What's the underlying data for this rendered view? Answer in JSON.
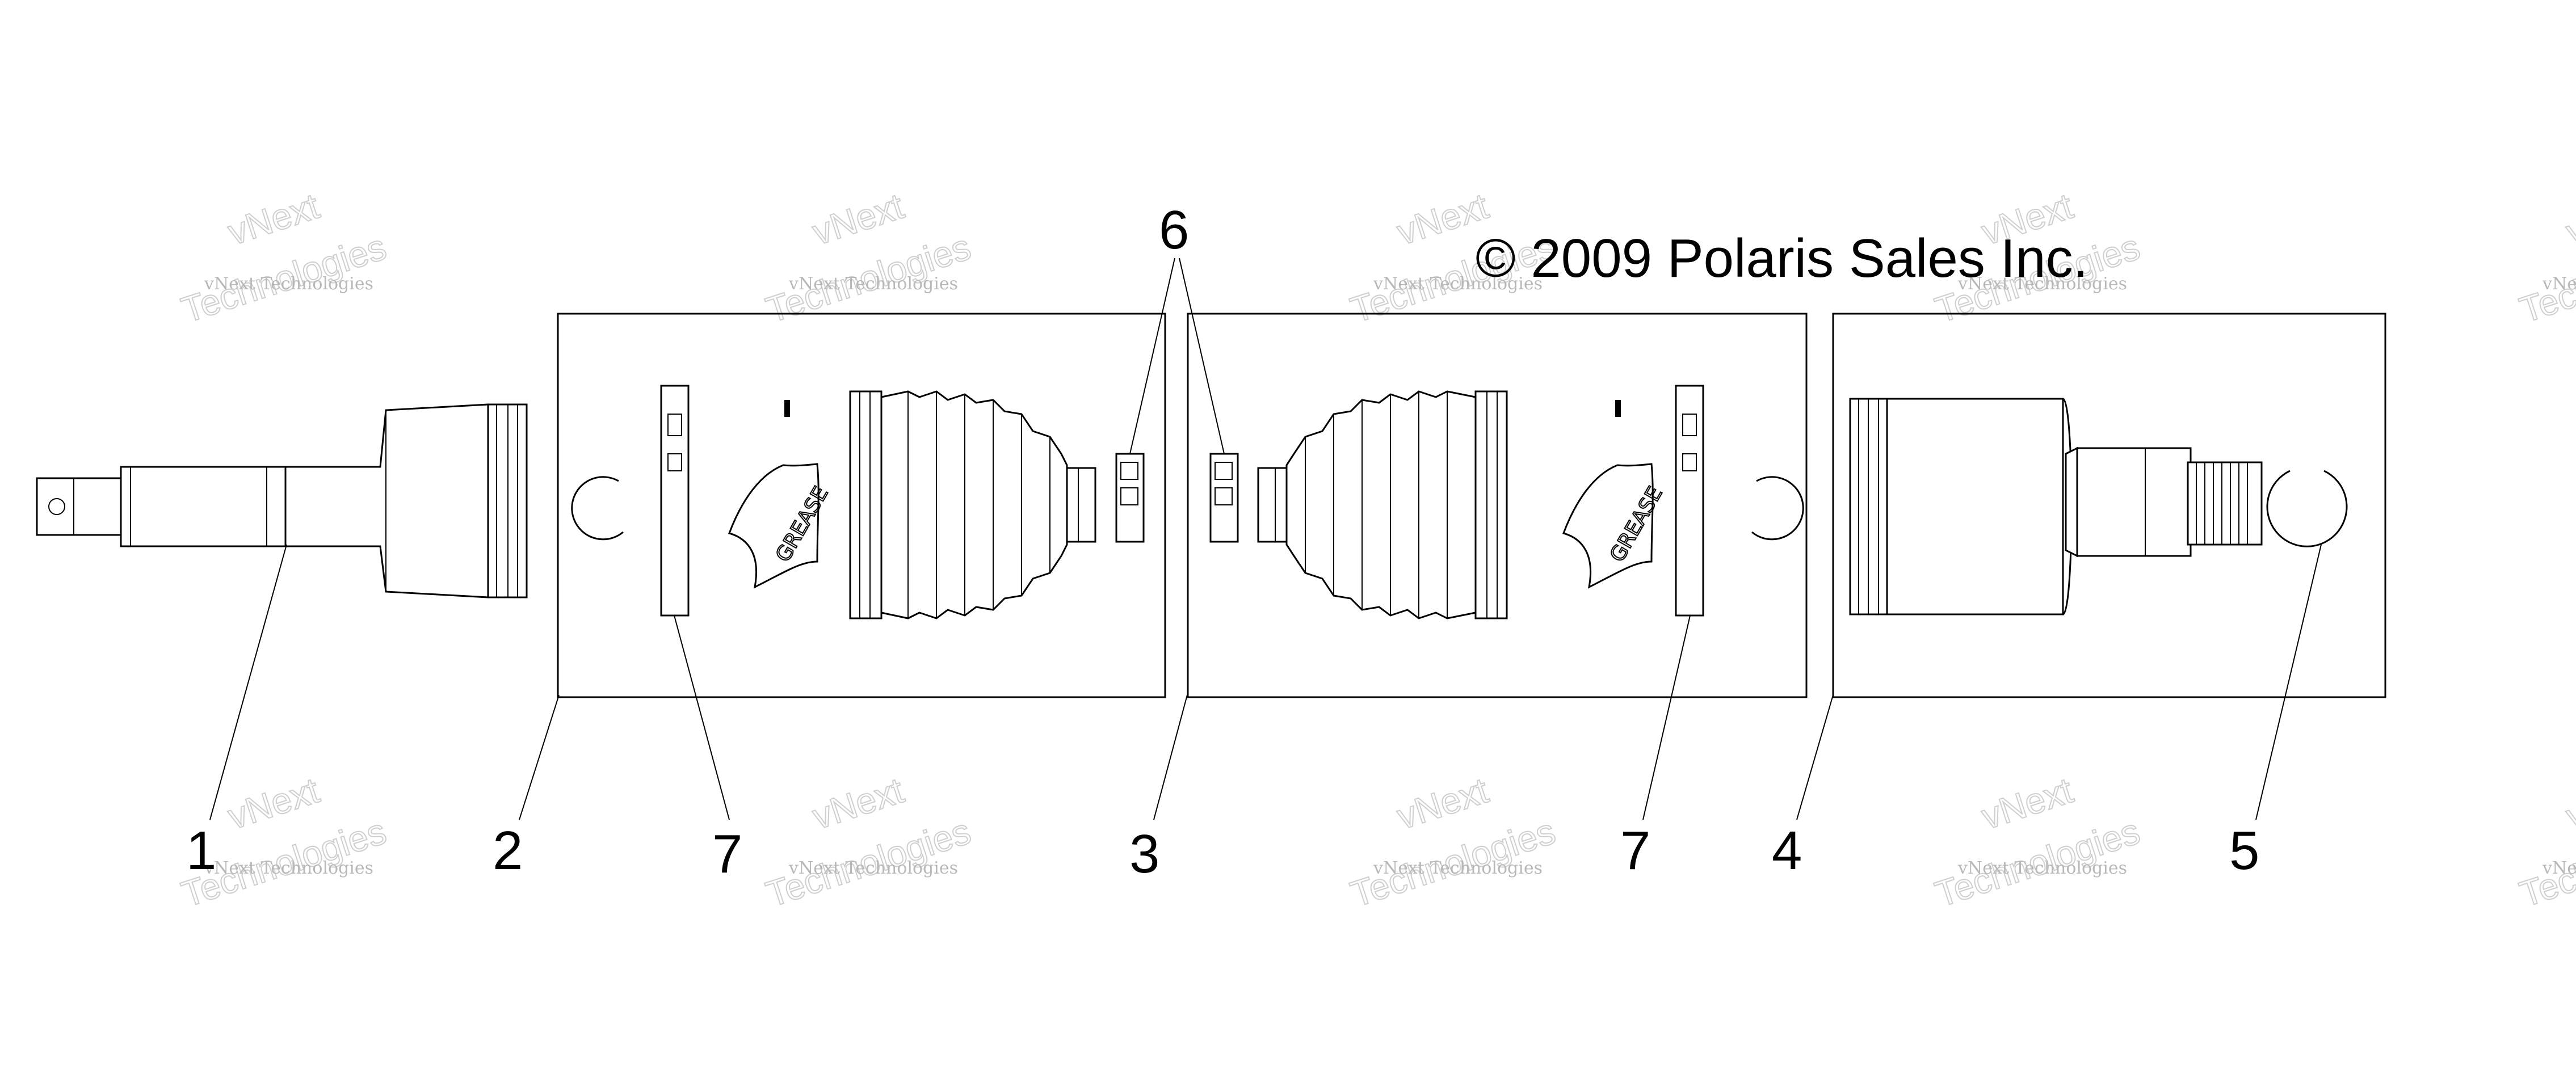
{
  "copyright": "© 2009 Polaris Sales Inc.",
  "watermark": {
    "line1": "vNext Technologies",
    "line2": "vNext",
    "line3": "Technologies"
  },
  "grease_label": "GREASE",
  "callouts": [
    {
      "id": "1",
      "label": "1"
    },
    {
      "id": "2",
      "label": "2"
    },
    {
      "id": "7a",
      "label": "7"
    },
    {
      "id": "3",
      "label": "3"
    },
    {
      "id": "7b",
      "label": "7"
    },
    {
      "id": "4",
      "label": "4"
    },
    {
      "id": "5",
      "label": "5"
    },
    {
      "id": "6",
      "label": "6"
    }
  ],
  "colors": {
    "line": "#000000",
    "watermark": "#c0c0c0",
    "background": "#ffffff"
  }
}
